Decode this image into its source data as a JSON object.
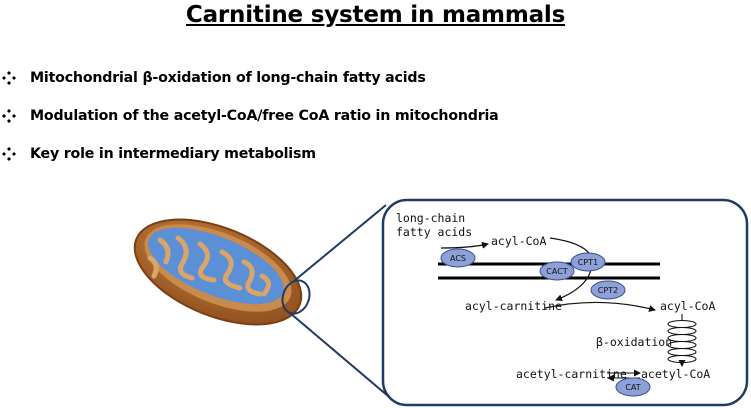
{
  "title": "Carnitine system in mammals",
  "bullets": [
    "Mitochondrial β-oxidation of long-chain fatty acids",
    "Modulation of the acetyl-CoA/free CoA ratio in mitochondria",
    "Key role in intermediary metabolism"
  ],
  "diagram": {
    "long_chain_line1": "long-chain",
    "long_chain_line2": "fatty acids",
    "acyl_coa_top": "acyl-CoA",
    "acyl_carnitine": "acyl-carnitine",
    "acyl_coa_right": "acyl-CoA",
    "beta_oxidation": "β-oxidation",
    "acetyl_carnitine": "acetyl-carnitine",
    "acetyl_coa": "acetyl-CoA",
    "enzymes": {
      "acs": "ACS",
      "cpt1": "CPT1",
      "cact": "CACT",
      "cpt2": "CPT2",
      "cat": "CAT"
    }
  },
  "colors": {
    "enzyme_fill": "#8ea0d8",
    "panel_border": "#1f3b63",
    "mito_outer": "#b5692b",
    "mito_cristae": "#5b8fd6"
  }
}
